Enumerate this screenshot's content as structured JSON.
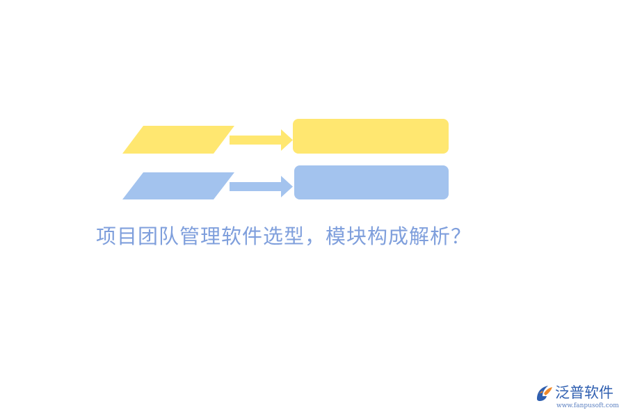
{
  "headline": "项目团队管理软件选型，模块构成解析？",
  "brand": {
    "name": "泛普软件",
    "url": "www.fanpusoft.com",
    "logo_icon": "fanpu-logo-icon"
  },
  "colors": {
    "yellow": "#ffe770",
    "blue": "#a3c3ee",
    "headline": "#7f9fdc",
    "brand_blue": "#2f5fb0",
    "brand_orange": "#f08a2c"
  }
}
